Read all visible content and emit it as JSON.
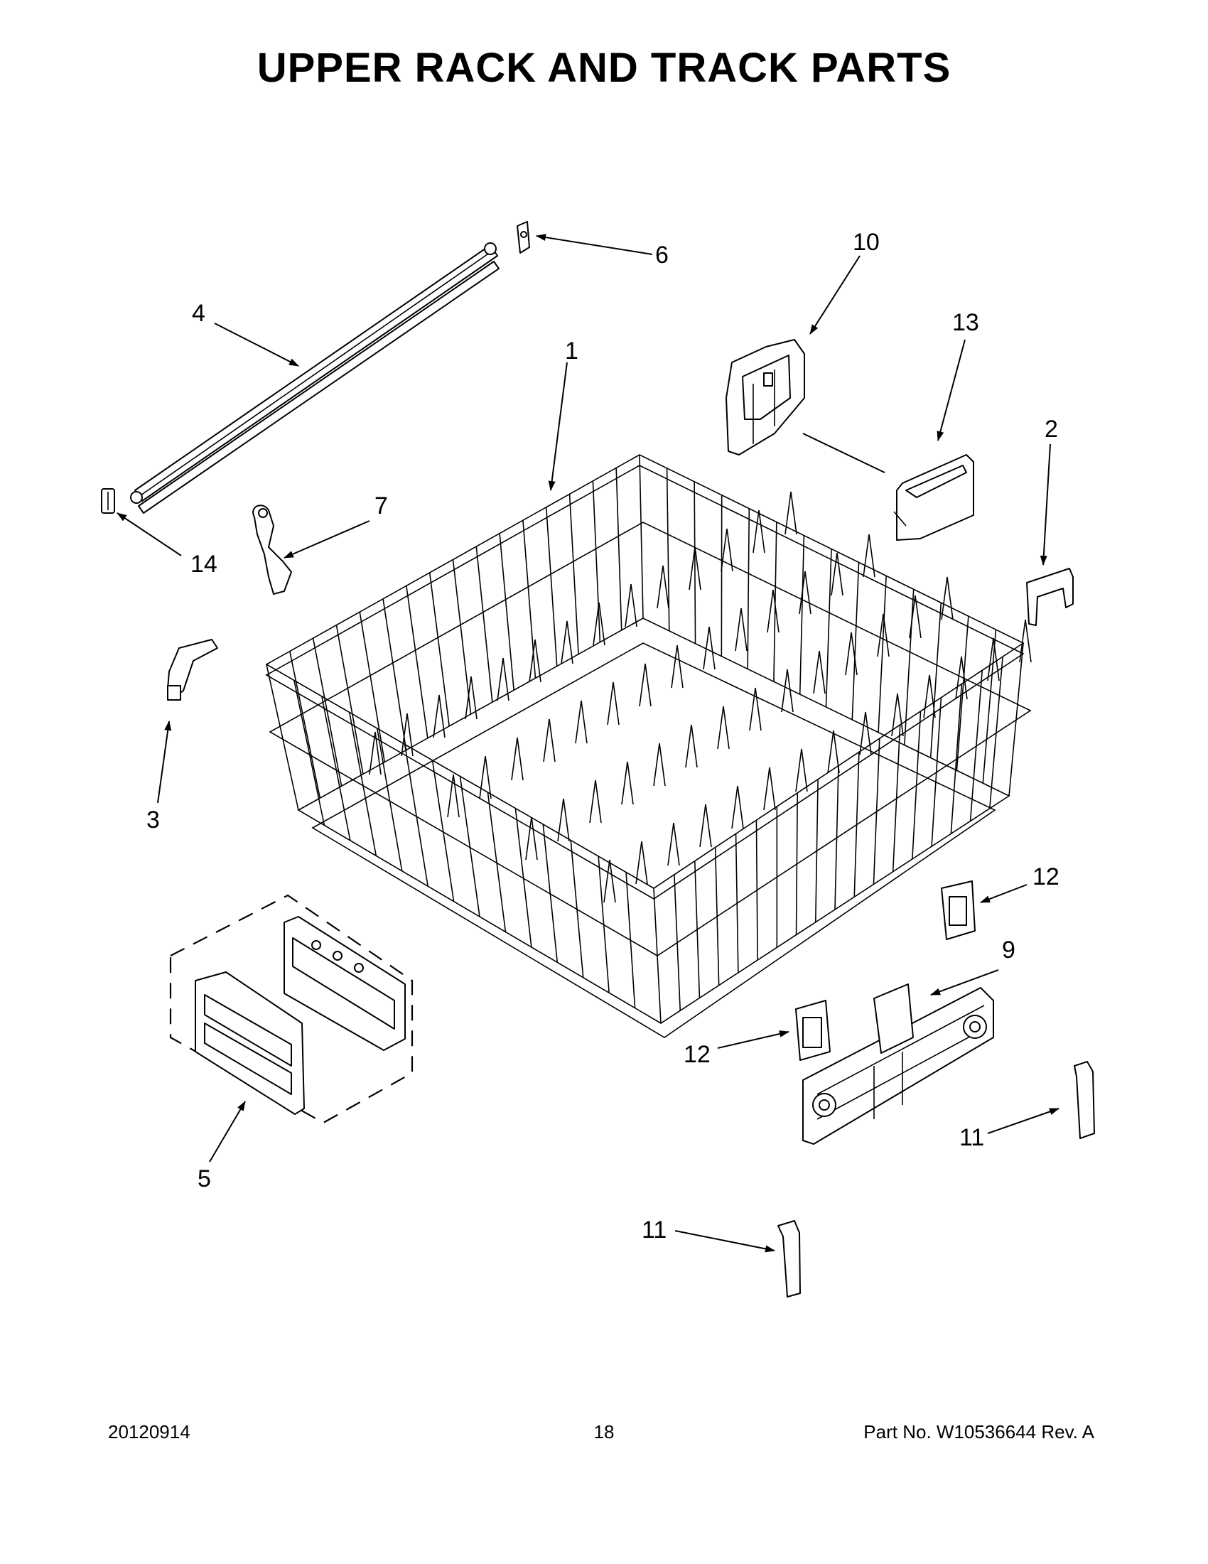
{
  "title": "UPPER RACK AND TRACK PARTS",
  "callouts": [
    {
      "id": "1",
      "label": "1"
    },
    {
      "id": "2",
      "label": "2"
    },
    {
      "id": "3",
      "label": "3"
    },
    {
      "id": "4",
      "label": "4"
    },
    {
      "id": "5",
      "label": "5"
    },
    {
      "id": "6",
      "label": "6"
    },
    {
      "id": "7",
      "label": "7"
    },
    {
      "id": "9",
      "label": "9"
    },
    {
      "id": "10",
      "label": "10"
    },
    {
      "id": "11a",
      "label": "11"
    },
    {
      "id": "11b",
      "label": "11"
    },
    {
      "id": "12a",
      "label": "12"
    },
    {
      "id": "12b",
      "label": "12"
    },
    {
      "id": "13",
      "label": "13"
    },
    {
      "id": "14",
      "label": "14"
    }
  ],
  "footer": {
    "date": "20120914",
    "page": "18",
    "part_number": "Part No.  W10536644  Rev.  A"
  }
}
